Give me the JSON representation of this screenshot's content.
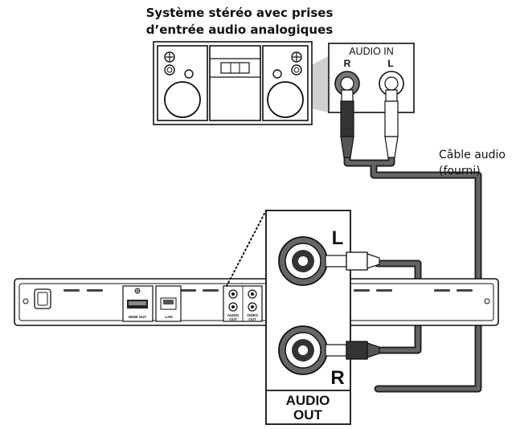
{
  "title_line1": "Système stéréo avec prises",
  "title_line2": "d’entrée audio analogiques",
  "audio_in": {
    "label": "AUDIO IN",
    "right": "R",
    "left": "L"
  },
  "cable_label_line1": "Câble audio",
  "cable_label_line2": "(fourni)",
  "player": {
    "hdmi_out": "HDMI OUT",
    "lan": "LAN",
    "audio_out_small_1": "AUDIO",
    "audio_out_small_2": "OUT",
    "video_out_small_1": "VIDEO",
    "video_out_small_2": "OUT"
  },
  "audio_out": {
    "left": "L",
    "right": "R",
    "label_line1": "AUDIO",
    "label_line2": "OUT"
  },
  "colors": {
    "cable": "#555555",
    "jack_outline": "#111111",
    "panel_fill": "#ffffff"
  }
}
